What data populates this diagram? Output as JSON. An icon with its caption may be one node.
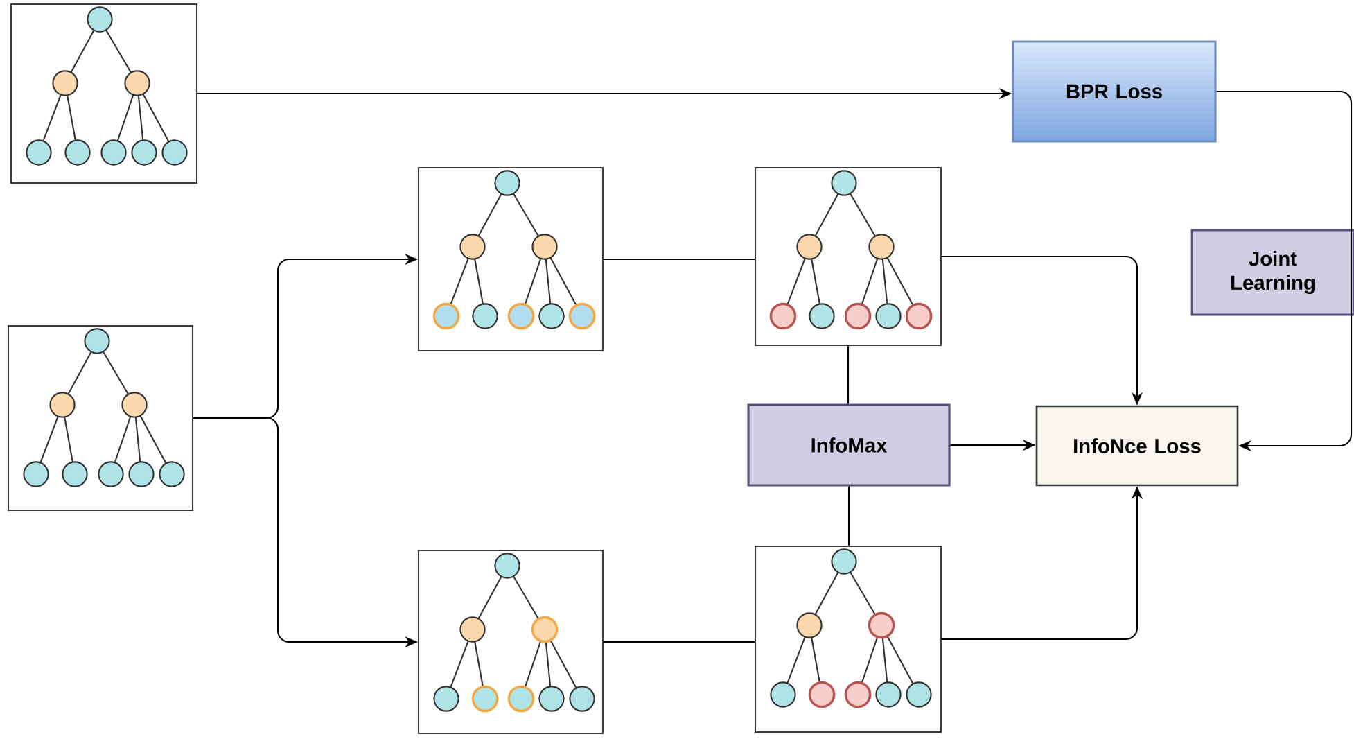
{
  "diagram": {
    "nodes": [
      {
        "text": [],
        "shape": "picture"
      },
      {
        "text": [],
        "shape": "picture"
      },
      {
        "text": [],
        "shape": "picture"
      },
      {
        "text": [],
        "shape": "picture"
      },
      {
        "text": [],
        "shape": "picture"
      },
      {
        "text": [],
        "shape": "picture"
      },
      {
        "text": [
          "BPR Loss"
        ]
      },
      {
        "text": [
          "Joint Learning"
        ]
      },
      {
        "text": [
          "InfoMax"
        ]
      },
      {
        "text": [
          "InfoNce Loss"
        ]
      }
    ],
    "edges": [
      {
        "from": 0,
        "to": 6,
        "arrow": "to"
      },
      {
        "from": 1,
        "to": 2,
        "arrow": "to"
      },
      {
        "from": 1,
        "to": 3,
        "arrow": "to"
      },
      {
        "from": 2,
        "to": 4,
        "arrow": "none"
      },
      {
        "from": 3,
        "to": 5,
        "arrow": "none"
      },
      {
        "from": 4,
        "to": 8,
        "arrow": "none"
      },
      {
        "from": 8,
        "to": 5,
        "arrow": "none"
      },
      {
        "from": 4,
        "to": 9,
        "arrow": "to"
      },
      {
        "from": 5,
        "to": 9,
        "arrow": "to"
      },
      {
        "from": 8,
        "to": 9,
        "arrow": "to"
      },
      {
        "from": 6,
        "to": 9,
        "arrow": "to"
      }
    ]
  }
}
